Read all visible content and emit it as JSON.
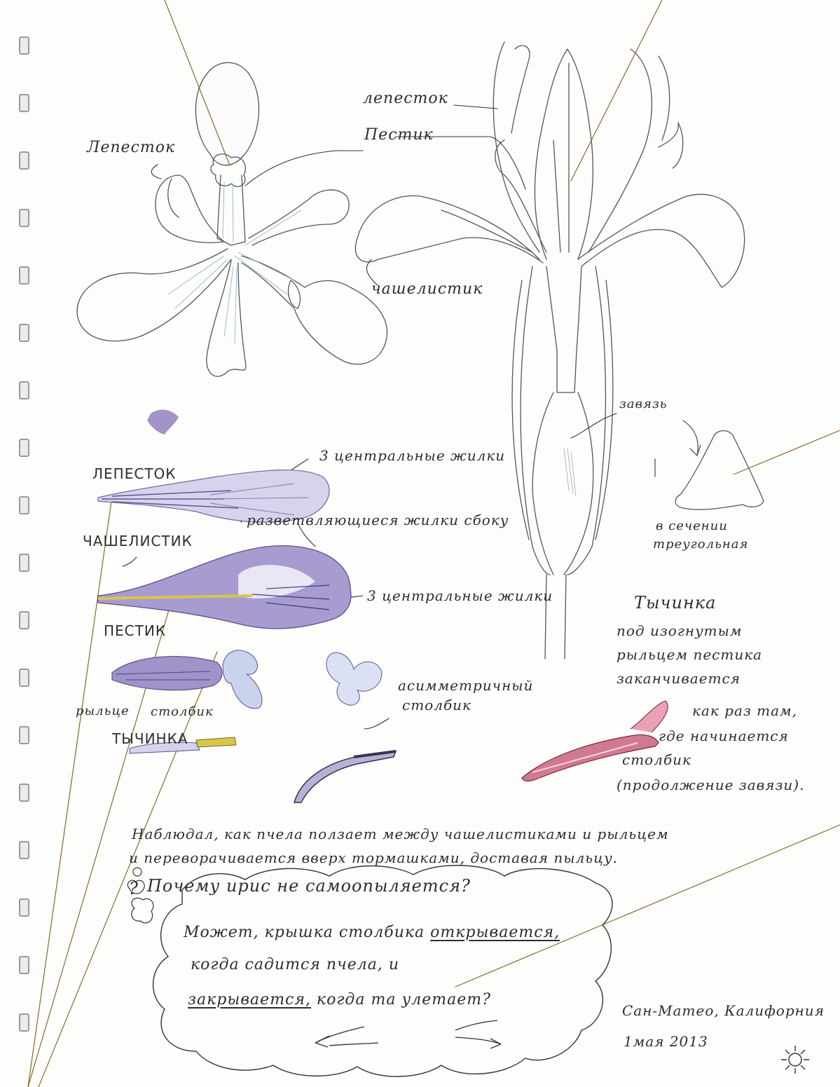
{
  "colors": {
    "pencil": "#555555",
    "ink": "#2e2e2e",
    "sepal_violet": "#8e7fbb",
    "petal_lavender": "#b9b3d8",
    "stamen_yellow": "#d9c64a",
    "stamen_red": "#c05070",
    "pointer_line": "#8a6a2a"
  },
  "top_labels": {
    "petal_left": "Лепесток",
    "petal_right": "лепесток",
    "pistil": "Пестик",
    "sepal": "чашелистик",
    "ovary": "завязь",
    "section_line1": "в сечении",
    "section_line2": "треугольная"
  },
  "parts": {
    "petal_title": "ЛЕПЕСТОК",
    "petal_note1": "3 центральные жилки",
    "petal_note2": "разветвляющиеся жилки сбоку",
    "sepal_title": "ЧАШЕЛИСТИК",
    "sepal_note": "3 центральные жилки",
    "pistil_title": "ПЕСТИК",
    "stigma": "рыльце",
    "style": "столбик",
    "asym_line1": "асимметричный",
    "asym_line2": "столбик",
    "stamen_title": "ТЫЧИНКА"
  },
  "stamen_note": {
    "title": "Тычинка",
    "lines": [
      "под изогнутым",
      "рыльцем пестика",
      "заканчивается",
      "как раз там,",
      "где начинается",
      "столбик",
      "(продолжение завязи)."
    ]
  },
  "observation": {
    "line1": "Наблюдал, как пчела ползает между чашелистиками и рыльцем",
    "line2": "и переворачивается вверх тормашками, доставая пыльцу.",
    "question": "Почему ирис не самоопыляется?",
    "q_mark": "?"
  },
  "cloud": {
    "line1_a": "Может, крышка столбика ",
    "line1_b": "открывается,",
    "line2": "когда садится пчела, и",
    "line3_a": "закрывается,",
    "line3_b": " когда та улетает?"
  },
  "signature": {
    "place": "Сан-Матео, Калифорния",
    "date": "1мая 2013",
    "sun_icon": "sun-icon"
  }
}
